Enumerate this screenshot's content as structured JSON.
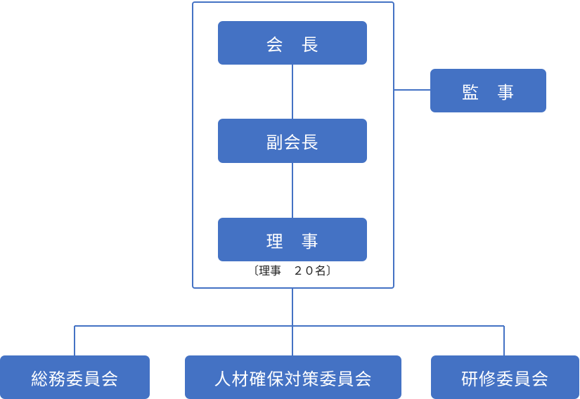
{
  "top_group": {
    "president": "会　長",
    "vice_president": "副会長",
    "directors": "理　事",
    "directors_note": "〔理事　２０名〕"
  },
  "auditor": "監　事",
  "committees": [
    {
      "label": "総務委員会"
    },
    {
      "label": "人材確保対策委員会"
    },
    {
      "label": "研修委員会"
    }
  ],
  "colors": {
    "box_fill": "#4472C4",
    "connector": "#4472C4",
    "box_text": "#FFFFFF"
  }
}
